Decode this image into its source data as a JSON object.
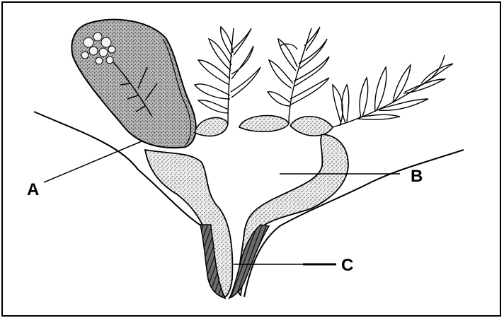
{
  "labels": {
    "a": "A",
    "b": "B",
    "c": "C"
  },
  "colors": {
    "ink": "#000000",
    "stipple_fill": "#d9d9d9",
    "dark_fill": "#8c8c8c",
    "frame": "#000000"
  }
}
